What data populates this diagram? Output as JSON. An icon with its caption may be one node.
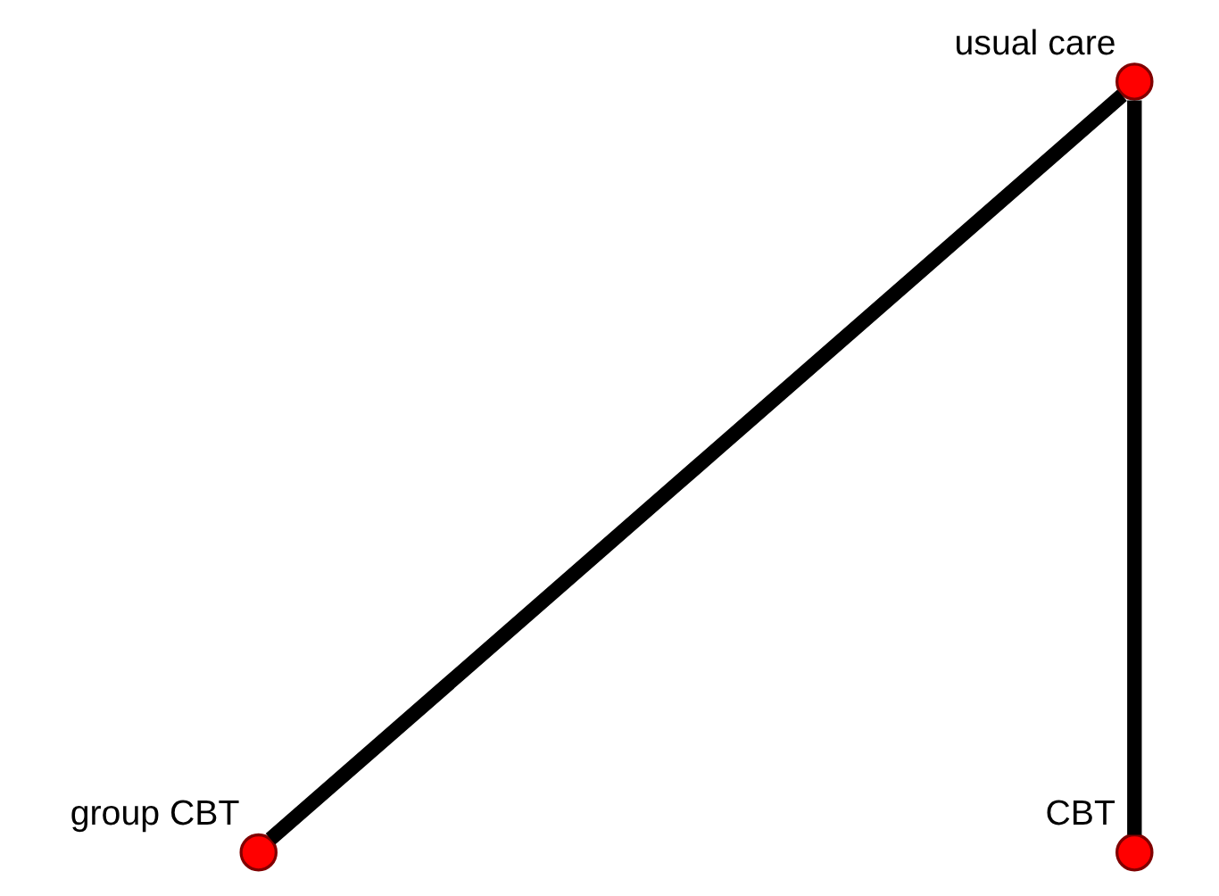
{
  "diagram": {
    "nodes": [
      {
        "text": [],
        "shape": "circle",
        "beside": [
          "usual care"
        ]
      },
      {
        "text": [],
        "shape": "circle",
        "beside": [
          "group CBT"
        ]
      },
      {
        "text": [],
        "shape": "circle",
        "beside": [
          "CBT"
        ]
      }
    ],
    "edges": [
      {
        "from": 0,
        "to": 1,
        "arrow": "none"
      },
      {
        "from": 0,
        "to": 2,
        "arrow": "none"
      }
    ]
  }
}
